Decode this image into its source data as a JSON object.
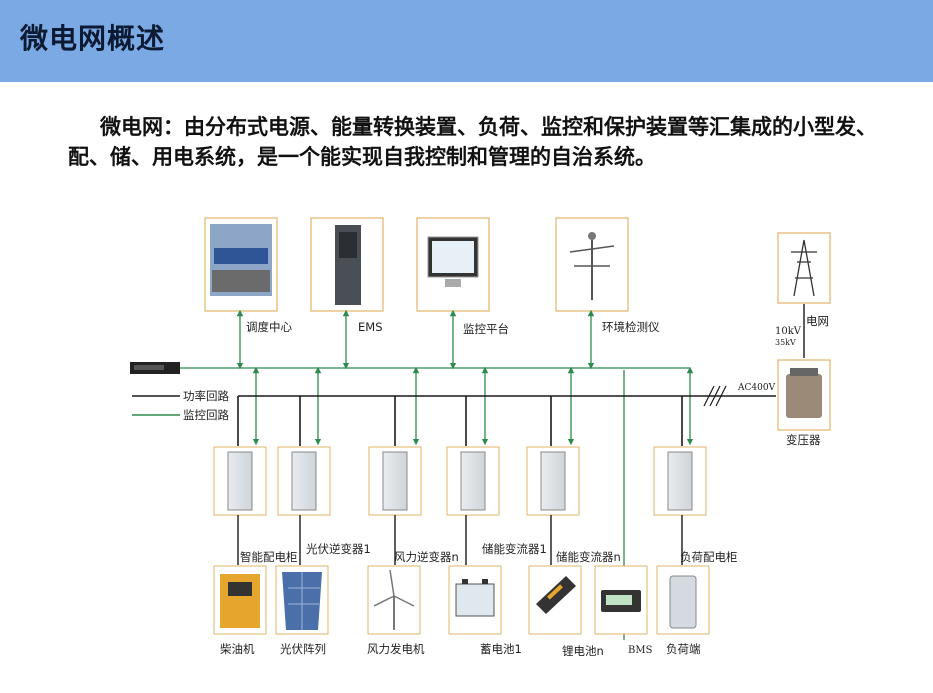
{
  "header": {
    "title": "微电网概述"
  },
  "intro": {
    "text": "微电网：由分布式电源、能量转换装置、负荷、监控和保护装置等汇集成的小型发、配、储、用电系统，是一个能实现自我控制和管理的自治系统。"
  },
  "diagram": {
    "top_devices": [
      "调度中心",
      "EMS",
      "监控平台",
      "环境检测仪"
    ],
    "grid": {
      "label": "电网",
      "voltage_hi": "10kV",
      "voltage_lo": "35kV"
    },
    "transformer": {
      "label": "变压器",
      "ac": "AC400V"
    },
    "legend": {
      "power": "功率回路",
      "monitor": "监控回路"
    },
    "cabinets": [
      "智能配电柜",
      "光伏逆变器1",
      "风力逆变器n",
      "储能变流器1",
      "储能变流器n",
      "负荷配电柜"
    ],
    "bottom_devices": [
      "柴油机",
      "光伏阵列",
      "风力发电机",
      "蓄电池1",
      "锂电池n",
      "BMS",
      "负荷端"
    ],
    "colors": {
      "power_line": "#1a1a1a",
      "monitor_line": "#2e8b4f",
      "header": "#7aa9e3"
    }
  }
}
